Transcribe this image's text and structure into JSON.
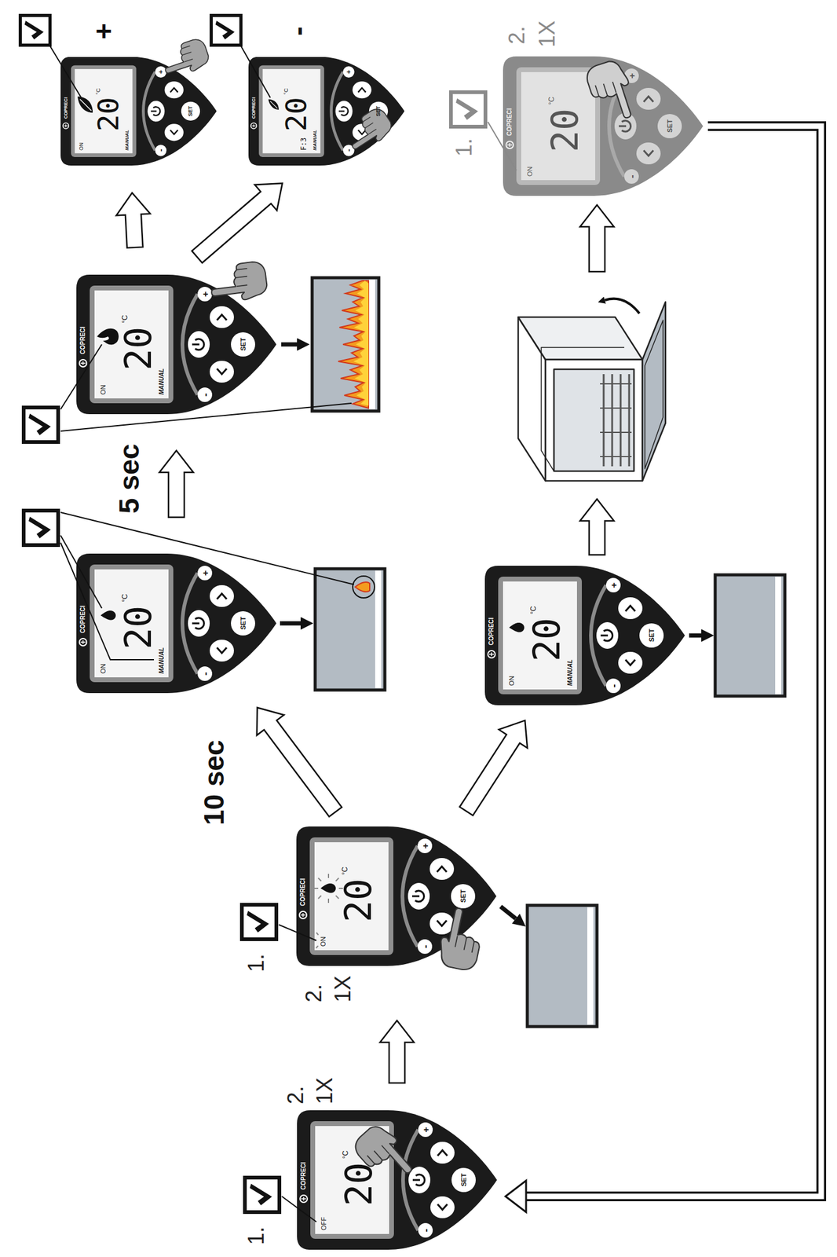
{
  "diagram": {
    "nodes": [
      {
        "text": [
          "COPRECI",
          "OFF",
          "20",
          "°C",
          "-",
          "+",
          "SET"
        ]
      },
      {
        "text": [
          "COPRECI",
          "ON",
          "20",
          "°C",
          "-",
          "+",
          "SET"
        ]
      },
      {
        "text": [
          "COPRECI",
          "ON",
          "MANUAL",
          "20",
          "°C",
          "-",
          "+",
          "SET"
        ]
      },
      {
        "text": [
          "COPRECI",
          "ON",
          "MANUAL",
          "20",
          "°C",
          "-",
          "+",
          "SET"
        ]
      },
      {
        "text": [
          "COPRECI",
          "ON",
          "MANUAL",
          "20",
          "°C",
          "-",
          "+",
          "SET"
        ]
      },
      {
        "text": [
          "COPRECI",
          "F:3",
          "MANUAL",
          "20",
          "°C",
          "-",
          "+",
          "SET"
        ]
      },
      {
        "text": [
          "COPRECI",
          "ON",
          "MANUAL",
          "20",
          "°C",
          "-",
          "+",
          "SET"
        ]
      },
      {
        "text": [
          "COPRECI",
          "ON",
          "20",
          "°C",
          "-",
          "+",
          "SET"
        ]
      }
    ],
    "edges": [
      {
        "from": 0,
        "to": 1,
        "arrow": "to"
      },
      {
        "from": 1,
        "to": 2,
        "arrow": "to"
      },
      {
        "from": 1,
        "to": 6,
        "arrow": "to"
      },
      {
        "from": 2,
        "to": 3,
        "arrow": "to"
      },
      {
        "from": 3,
        "to": 4,
        "arrow": "to"
      },
      {
        "from": 3,
        "to": 5,
        "arrow": "to"
      },
      {
        "from": 7,
        "to": 0,
        "arrow": "to"
      }
    ],
    "labels": [
      "1.",
      "2.",
      "1X",
      "1.",
      "2.",
      "1X",
      "10 sec",
      "5 sec",
      "+",
      "-",
      "1.",
      "2.",
      "1X"
    ]
  }
}
